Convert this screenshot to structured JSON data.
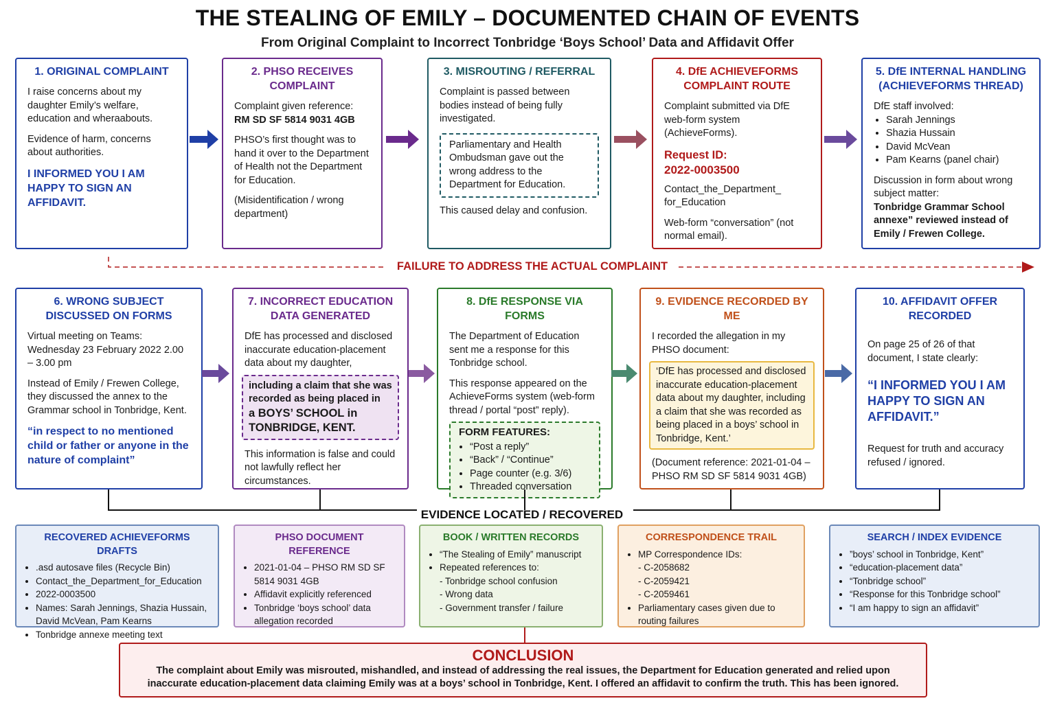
{
  "title": "THE STEALING OF EMILY – DOCUMENTED CHAIN OF EVENTS",
  "subtitle": "From Original Complaint to Incorrect Tonbridge ‘Boys School’ Data and Affidavit Offer",
  "colors": {
    "blue": "#1f3fa6",
    "purple": "#6a2a8c",
    "teal": "#1f5a63",
    "red": "#b01a1a",
    "green": "#2a7a2a",
    "orange": "#c0501a"
  },
  "step1": {
    "heading": "1. ORIGINAL COMPLAINT",
    "p1": "I raise concerns about my daughter Emily’s welfare, education and wheraabouts.",
    "p2": "Evidence of harm, concerns about authorities.",
    "emph": "I INFORMED YOU I AM HAPPY TO SIGN AN AFFIDAVIT."
  },
  "step2": {
    "heading": "2. PHSO RECEIVES COMPLAINT",
    "p1": "Complaint given reference:",
    "ref": "RM SD SF 5814 9031 4GB",
    "p2": "PHSO’s first thought was to hand it over to the Department of Health not the Department for Education.",
    "p3": "(Misidentification / wrong department)"
  },
  "step3": {
    "heading": "3. MISROUTING / REFERRAL",
    "p1": "Complaint is passed between bodies instead of being fully investigated.",
    "callout": "Parliamentary and Health Ombudsman gave out the wrong address to the Department for Education.",
    "p2": "This caused delay and confusion."
  },
  "step4": {
    "heading": "4. DfE ACHIEVEFORMS COMPLAINT ROUTE",
    "p1": "Complaint submitted via DfE web-form system (AchieveForms).",
    "req_label": "Request ID:",
    "req_id": "2022-0003500",
    "p2": "Contact_the_Department_ for_Education",
    "p3": "Web-form “conversation” (not normal email)."
  },
  "step5": {
    "heading": "5. DfE INTERNAL HANDLING (ACHIEVEFORMS THREAD)",
    "p1": "DfE staff involved:",
    "staff": [
      "Sarah Jennings",
      "Shazia Hussain",
      "David McVean",
      "Pam Kearns (panel chair)"
    ],
    "p2": "Discussion in form about wrong subject matter:",
    "p3": "Tonbridge Grammar School annexe” reviewed instead of Emily / Frewen College."
  },
  "failure_label": "FAILURE TO ADDRESS THE ACTUAL COMPLAINT",
  "step6": {
    "heading": "6. WRONG SUBJECT DISCUSSED ON FORMS",
    "p1": "Virtual meeting on Teams: Wednesday 23 February 2022 2.00 – 3.00 pm",
    "p2": "Instead of Emily / Frewen College, they discussed the annex to the Grammar school in Tonbridge, Kent.",
    "quote": "“in respect to no mentioned child or father or anyone in the nature of complaint”"
  },
  "step7": {
    "heading": "7. INCORRECT EDUCATION DATA GENERATED",
    "p1": "DfE has processed and disclosed inaccurate education-placement data about my daughter,",
    "callout_a": "including a claim that she was recorded as being placed in",
    "callout_b": "a BOYS’ SCHOOL in TONBRIDGE, KENT.",
    "p2": "This information is false and could not lawfully reflect her circumstances."
  },
  "step8": {
    "heading": "8. DfE RESPONSE VIA FORMS",
    "p1": "The Department of Education sent me a response for this Tonbridge school.",
    "p2": "This response appeared on the AchieveForms system (web-form thread / portal “post” reply).",
    "features_title": "FORM FEATURES:",
    "features": [
      "“Post a reply”",
      "“Back” / “Continue”",
      "Page counter (e.g. 3/6)",
      "Threaded conversation"
    ]
  },
  "step9": {
    "heading": "9. EVIDENCE RECORDED BY ME",
    "p1": "I recorded the allegation in my PHSO document:",
    "quote": "‘DfE has processed and disclosed inaccurate education-placement data about my daughter, including a claim that she was recorded as being placed in a boys’ school in Tonbridge, Kent.’",
    "p2": "(Document reference: 2021-01-04 – PHSO RM SD SF 5814 9031 4GB)"
  },
  "step10": {
    "heading": "10. AFFIDAVIT OFFER RECORDED",
    "p1": "On page 25 of 26 of that document, I state clearly:",
    "emph": "“I INFORMED YOU I AM HAPPY TO SIGN AN AFFIDAVIT.”",
    "p2": "Request for truth and accuracy refused / ignored."
  },
  "evidence_label": "EVIDENCE LOCATED / RECOVERED",
  "ev1": {
    "heading": "RECOVERED ACHIEVEFORMS DRAFTS",
    "items": [
      ".asd autosave files (Recycle Bin)",
      "Contact_the_Department_for_Education",
      "2022-0003500",
      "Names: Sarah Jennings, Shazia Hussain, David McVean, Pam Kearns",
      "Tonbridge annexe meeting text"
    ]
  },
  "ev2": {
    "heading": "PHSO DOCUMENT REFERENCE",
    "items": [
      "2021-01-04 – PHSO RM SD SF 5814 9031 4GB",
      "Affidavit explicitly referenced",
      "Tonbridge ‘boys school’ data allegation recorded"
    ]
  },
  "ev3": {
    "heading": "BOOK / WRITTEN RECORDS",
    "item1": "“The Stealing of Emily” manuscript",
    "item2": "Repeated references to:",
    "subs": [
      "- Tonbridge school confusion",
      "- Wrong data",
      "- Government transfer / failure"
    ]
  },
  "ev4": {
    "heading": "CORRESPONDENCE TRAIL",
    "item1": "MP Correspondence IDs:",
    "subs": [
      "- C-2058682",
      "- C-2059421",
      "- C-2059461"
    ],
    "item2": "Parliamentary cases given due to routing failures"
  },
  "ev5": {
    "heading": "SEARCH / INDEX EVIDENCE",
    "items": [
      "”boys’ school in Tonbridge, Kent”",
      "“education-placement data”",
      "“Tonbridge school”",
      "“Response for this Tonbridge school”",
      "“I am happy to sign an affidavit”"
    ]
  },
  "conclusion": {
    "heading": "CONCLUSION",
    "text": "The complaint about Emily was misrouted, mishandled, and instead of addressing the real issues, the Department for Education generated and relied upon inaccurate education-placement data claiming Emily was at a boys’ school in Tonbridge, Kent. I offered an affidavit to confirm the truth. This has been ignored."
  }
}
